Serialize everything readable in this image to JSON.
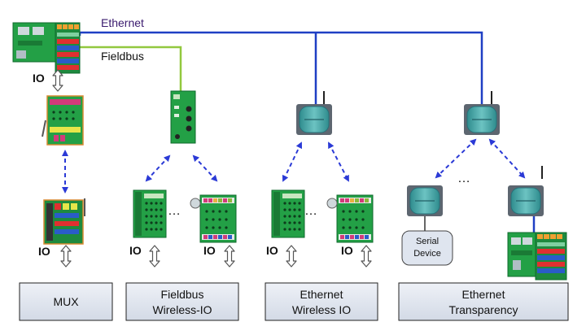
{
  "network_labels": {
    "ethernet": "Ethernet",
    "fieldbus": "Fieldbus"
  },
  "io_label": "IO",
  "ellipsis": "…",
  "serial_device": {
    "line1": "Serial",
    "line2": "Device"
  },
  "categories": [
    {
      "line1": "MUX",
      "line2": ""
    },
    {
      "line1": "Fieldbus",
      "line2": "Wireless-IO"
    },
    {
      "line1": "Ethernet",
      "line2": "Wireless IO"
    },
    {
      "line1": "Ethernet",
      "line2": "Transparency"
    }
  ],
  "colors": {
    "ethernet_line": "#1f3fc4",
    "fieldbus_line": "#92c83e",
    "wireless_arrow": "#2b3ad6",
    "category_box_fill": "#dfe5ef",
    "module_green": "#23a046",
    "radio_teal": "#4ea8a8"
  }
}
